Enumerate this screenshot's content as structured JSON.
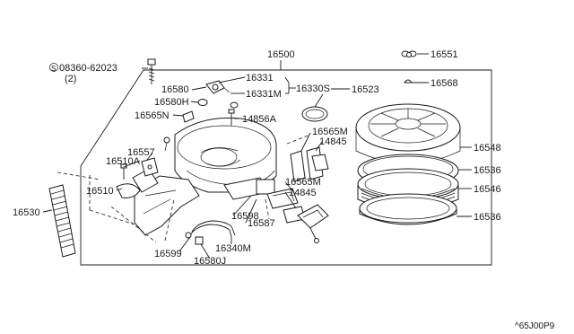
{
  "diagram": {
    "labels": {
      "top_assembly": "16500",
      "bolt_code": "08360-62023",
      "bolt_qty": "(2)",
      "l16551": "16551",
      "l16568": "16568",
      "l16331": "16331",
      "l16331m": "16331M",
      "l16330s": "16330S",
      "l16523": "16523",
      "l16580": "16580",
      "l16580h": "16580H",
      "l16565n": "16565N",
      "l14856a": "14856A",
      "l16565m_a": "16565M",
      "l14845_a": "14845",
      "l16548": "16548",
      "l16536_a": "16536",
      "l16546": "16546",
      "l16536_b": "16536",
      "l16557": "16557",
      "l16510a": "16510A",
      "l16510": "16510",
      "l16530": "16530",
      "l16565m_b": "16565M",
      "l14845_b": "14845",
      "l16598": "16598",
      "l16587": "16587",
      "l16340m": "16340M",
      "l16599": "16599",
      "l16580j": "16580J",
      "catalog_ref": "^65J00P9"
    }
  }
}
